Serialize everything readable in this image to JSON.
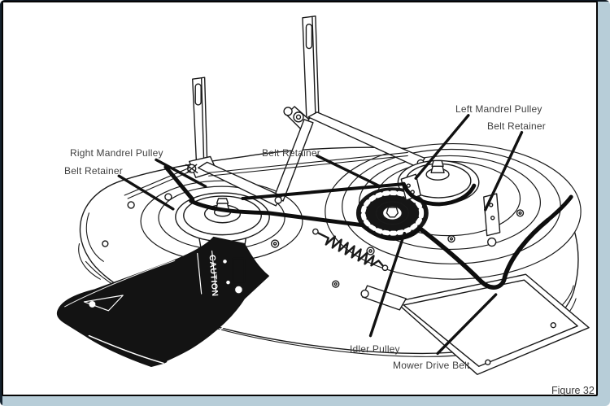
{
  "figure": {
    "caption": "Figure 32",
    "caution_text": "CAUTION"
  },
  "callouts": {
    "right_mandrel_pulley": "Right Mandrel Pulley",
    "belt_retainer_left": "Belt Retainer",
    "belt_retainer_center": "Belt Retainer",
    "left_mandrel_pulley": "Left Mandrel Pulley",
    "belt_retainer_right": "Belt Retainer",
    "idler_pulley": "Idler Pulley",
    "mower_drive_belt": "Mower Drive Belt"
  },
  "colors": {
    "line": "#1a1a1a",
    "label_text": "#3f3f3f",
    "chute_fill": "#131313",
    "belt": "#0e0e0e",
    "frame_border": "#050505",
    "outer_edge_light": "#b7cdd8",
    "outer_edge_dark": "#15222e",
    "background": "#ffffff"
  }
}
